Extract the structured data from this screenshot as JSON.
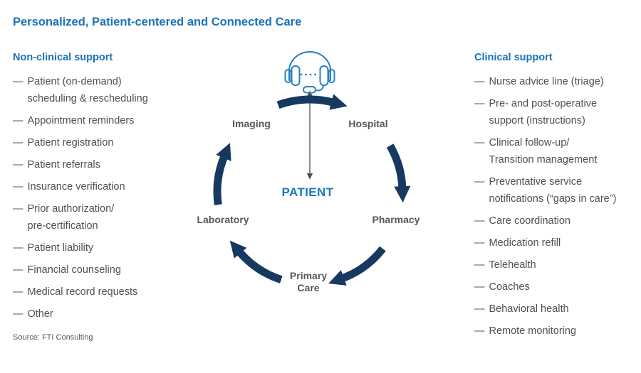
{
  "title": "Personalized, Patient-centered and Connected Care",
  "source": "Source: FTI Consulting",
  "ui": {
    "bullet": "—"
  },
  "colors": {
    "brand_blue": "#1B73B7",
    "patient_blue": "#1878BE",
    "headset_blue": "#2680BF",
    "arrow_navy": "#17395F",
    "text_gray": "#4E5052",
    "label_gray": "#56575A"
  },
  "non_clinical": {
    "heading": "Non-clinical support",
    "items": [
      [
        "Patient (on-demand)",
        "scheduling & rescheduling"
      ],
      [
        "Appointment reminders"
      ],
      [
        "Patient registration"
      ],
      [
        "Patient referrals"
      ],
      [
        "Insurance verification"
      ],
      [
        "Prior authorization/",
        "pre-certification"
      ],
      [
        "Patient liability"
      ],
      [
        "Financial counseling"
      ],
      [
        "Medical record requests"
      ],
      [
        "Other"
      ]
    ]
  },
  "clinical": {
    "heading": "Clinical support",
    "items": [
      [
        "Nurse advice line (triage)"
      ],
      [
        "Pre- and post-operative",
        "support (instructions)"
      ],
      [
        "Clinical follow-up/",
        "Transition management"
      ],
      [
        "Preventative service",
        "notifications (“gaps in care”)"
      ],
      [
        "Care coordination"
      ],
      [
        "Medication refill"
      ],
      [
        "Telehealth"
      ],
      [
        "Coaches"
      ],
      [
        "Behavioral health"
      ],
      [
        "Remote monitoring"
      ]
    ]
  },
  "diagram": {
    "icon": "headset-icon",
    "patient_label": "PATIENT",
    "nodes": {
      "imaging": "Imaging",
      "hospital": "Hospital",
      "pharmacy": "Pharmacy",
      "laboratory": "Laboratory",
      "primary_care_line1": "Primary",
      "primary_care_line2": "Care"
    },
    "cycle_order": [
      "Imaging",
      "Hospital",
      "Pharmacy",
      "Primary Care",
      "Laboratory"
    ]
  }
}
